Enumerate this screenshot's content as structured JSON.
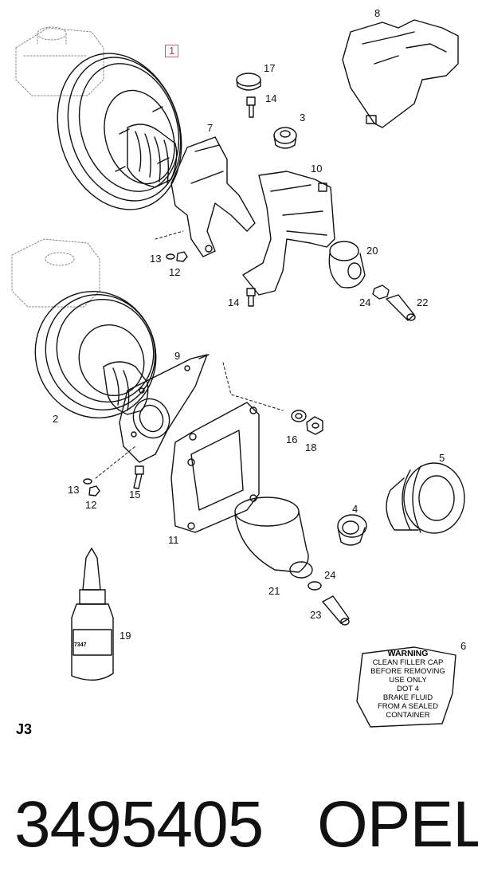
{
  "sheet_code": "J3",
  "part_number": "3495405",
  "brand": "OPEL",
  "highlighted_callout": "1",
  "bottle_label": "7347",
  "warning_label": {
    "title": "WARNING",
    "lines": [
      "CLEAN FILLER CAP",
      "BEFORE REMOVING",
      "USE ONLY",
      "DOT 4",
      "BRAKE FLUID",
      "FROM A SEALED",
      "CONTAINER"
    ]
  },
  "callouts": [
    {
      "id": "c1",
      "label": "1"
    },
    {
      "id": "c2",
      "label": "2"
    },
    {
      "id": "c3",
      "label": "3"
    },
    {
      "id": "c4",
      "label": "4"
    },
    {
      "id": "c5",
      "label": "5"
    },
    {
      "id": "c6",
      "label": "6"
    },
    {
      "id": "c7",
      "label": "7"
    },
    {
      "id": "c8",
      "label": "8"
    },
    {
      "id": "c9",
      "label": "9"
    },
    {
      "id": "c10",
      "label": "10"
    },
    {
      "id": "c11",
      "label": "11"
    },
    {
      "id": "c12a",
      "label": "12"
    },
    {
      "id": "c12b",
      "label": "12"
    },
    {
      "id": "c13a",
      "label": "13"
    },
    {
      "id": "c13b",
      "label": "13"
    },
    {
      "id": "c14a",
      "label": "14"
    },
    {
      "id": "c14b",
      "label": "14"
    },
    {
      "id": "c15",
      "label": "15"
    },
    {
      "id": "c16",
      "label": "16"
    },
    {
      "id": "c17",
      "label": "17"
    },
    {
      "id": "c18",
      "label": "18"
    },
    {
      "id": "c19",
      "label": "19"
    },
    {
      "id": "c20",
      "label": "20"
    },
    {
      "id": "c21",
      "label": "21"
    },
    {
      "id": "c22",
      "label": "22"
    },
    {
      "id": "c23",
      "label": "23"
    },
    {
      "id": "c24a",
      "label": "24"
    },
    {
      "id": "c24b",
      "label": "24"
    }
  ]
}
